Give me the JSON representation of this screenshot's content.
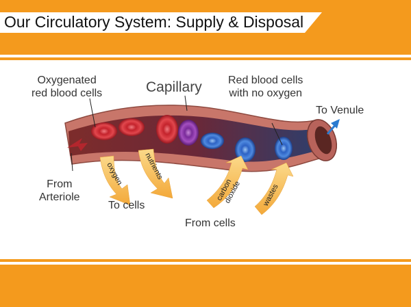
{
  "slide": {
    "title": "Our Circulatory System: Supply & Disposal"
  },
  "labels": {
    "oxygenated": [
      "Oxygenated",
      "red blood cells"
    ],
    "capillary": "Capillary",
    "no_oxygen": [
      "Red blood cells",
      "with no oxygen"
    ],
    "to_venule": "To Venule",
    "from_arteriole": [
      "From",
      "Arteriole"
    ],
    "to_cells": "To cells",
    "from_cells": "From cells"
  },
  "arrows": {
    "oxygen": "oxygen",
    "nutrients": "nutrients",
    "carbon_dioxide": [
      "carbon",
      "dioxide"
    ],
    "wastes": "wastes"
  },
  "colors": {
    "band": "#f49a1d",
    "vessel": "#c8766a",
    "arrow": "#f7c25f",
    "red_cell": "#d9343b",
    "blue_cell": "#3a78d4"
  }
}
